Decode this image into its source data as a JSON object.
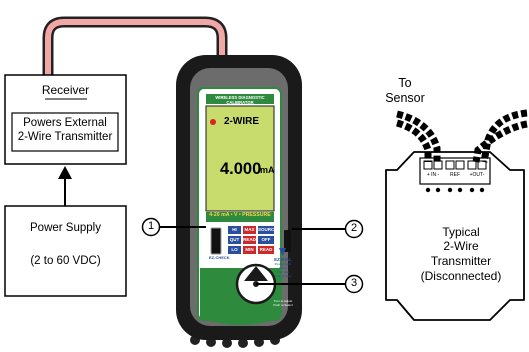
{
  "receiver": {
    "title": "Receiver",
    "subtitle_line1": "Powers External",
    "subtitle_line2": "2-Wire Transmitter"
  },
  "power_supply": {
    "title": "Power Supply",
    "range": "(2 to 60 VDC)"
  },
  "sensor_label": {
    "line1": "To",
    "line2": "Sensor"
  },
  "transmitter": {
    "line1": "Typical",
    "line2": "2-Wire",
    "line3": "Transmitter",
    "line4": "(Disconnected)",
    "terminals": [
      "+ IN -",
      "REF",
      "+OUT-"
    ]
  },
  "calibrator": {
    "header": "WIRELESS DIAGNOSTIC CALIBRATOR",
    "mode": "2-WIRE",
    "reading_value": "4.000",
    "reading_unit": "mA",
    "range_label": "4-20 mA • V • PRESSURE",
    "keys": {
      "hi": "HI",
      "qut": "QUT",
      "lo": "LO",
      "max": "MAX",
      "read1": "READ",
      "min": "MIN",
      "source": "SOURCE",
      "off": "OFF",
      "read2": "READ"
    },
    "ez_check": "EZ-CHECK",
    "brand": "EZ-DIAL",
    "brand_sub1": "Push & Hold",
    "brand_sub2": "Menu",
    "brand_sub3": "Turn Dial",
    "brand_sub4": "Push & Save",
    "dial_caption1": "Turn to Adjust",
    "dial_caption2": "Push to Select"
  },
  "callouts": [
    "1",
    "2",
    "3"
  ],
  "colors": {
    "cable_pink": "#f2a7a7",
    "lcd_green": "#c8dc6e",
    "brand_green": "#2e8b3d",
    "key_blue": "#2a4f9e",
    "key_red": "#cc2a2a",
    "body_dark": "#1a1a1a"
  }
}
